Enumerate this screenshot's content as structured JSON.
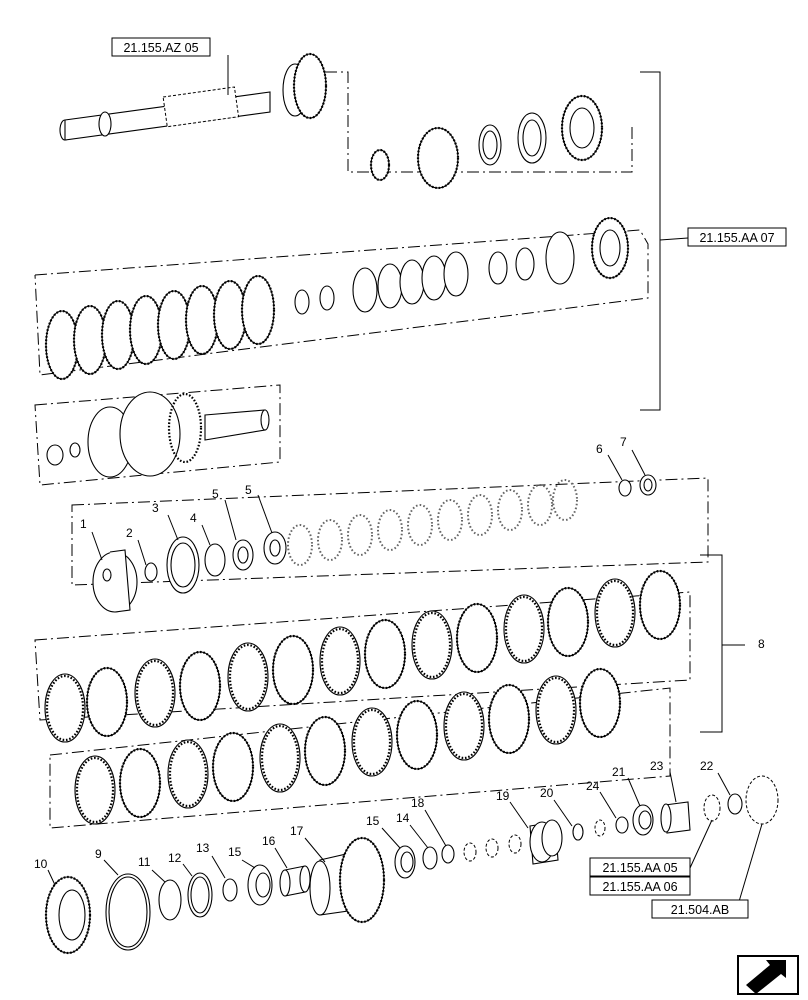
{
  "references": {
    "top_shaft": "21.155.AZ 05",
    "upper_group": "21.155.AA 07",
    "bearing_a": "21.155.AA 05",
    "bearing_b": "21.155.AA 06",
    "bearing_c": "21.504.AB"
  },
  "callouts": {
    "n1": "1",
    "n2": "2",
    "n3": "3",
    "n4": "4",
    "n5a": "5",
    "n5b": "5",
    "n6": "6",
    "n7": "7",
    "n8": "8",
    "n9": "9",
    "n10": "10",
    "n11": "11",
    "n12": "12",
    "n13": "13",
    "n14": "14",
    "n15a": "15",
    "n15b": "15",
    "n16": "16",
    "n17": "17",
    "n18": "18",
    "n19": "19",
    "n20": "20",
    "n21": "21",
    "n22": "22",
    "n23": "23",
    "n24": "24"
  },
  "icons": {
    "nav": "next-page-arrow-icon"
  },
  "colors": {
    "line": "#000000",
    "background": "#ffffff"
  }
}
